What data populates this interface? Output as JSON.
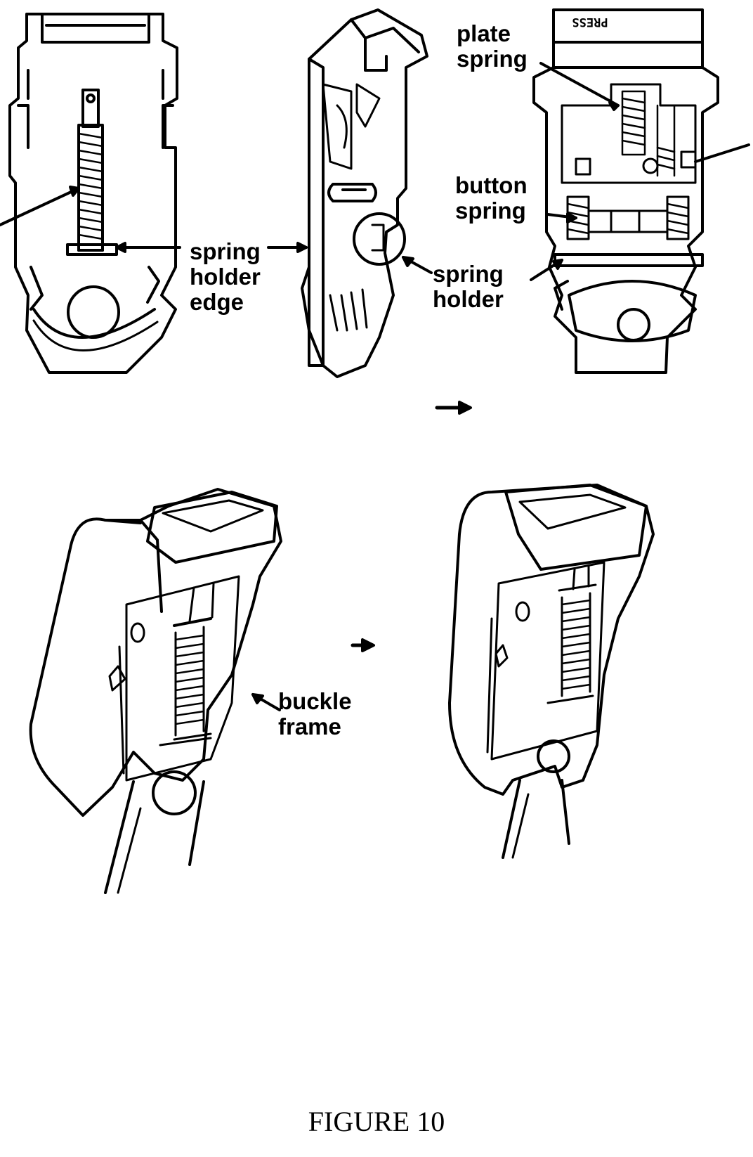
{
  "labels": {
    "spring_holder_edge": [
      "spring",
      "holder",
      "edge"
    ],
    "spring_holder": [
      "spring",
      "holder"
    ],
    "plate_spring": [
      "plate",
      "spring"
    ],
    "button_spring": [
      "button",
      "spring"
    ],
    "buckle_frame": [
      "buckle",
      "frame"
    ],
    "press_text": "PRESS"
  },
  "caption": "FIGURE 10"
}
